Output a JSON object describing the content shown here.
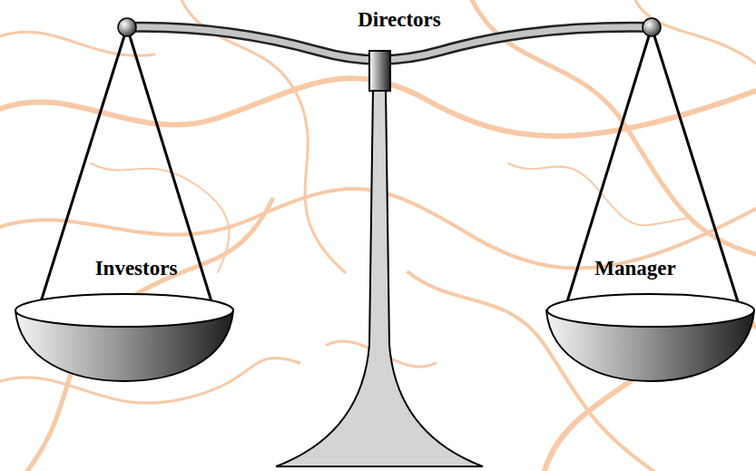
{
  "diagram": {
    "labels": [
      "Directors",
      "Investors",
      "Manager"
    ]
  }
}
